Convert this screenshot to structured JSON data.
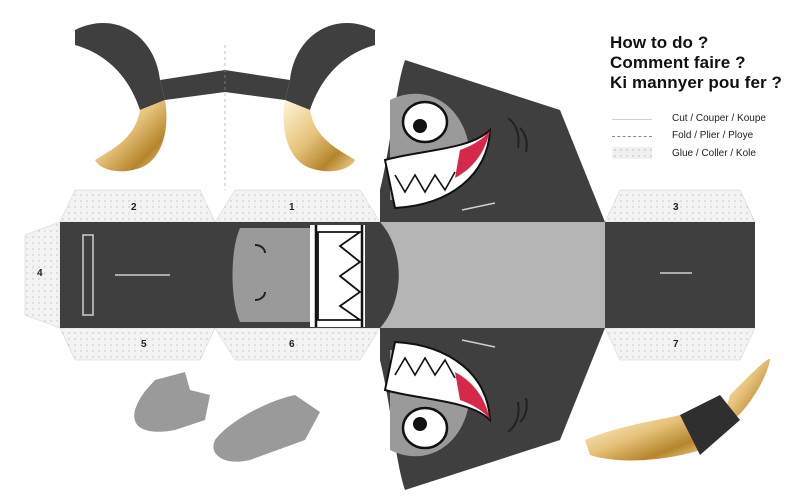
{
  "instructions": {
    "lines": [
      "How to do ?",
      "Comment faire ?",
      "Ki mannyer pou fer ?"
    ]
  },
  "legend": [
    {
      "label": "Cut / Couper / Koupe",
      "icon": "cut-line-icon"
    },
    {
      "label": "Fold / Plier / Ploye",
      "icon": "fold-line-icon"
    },
    {
      "label": "Glue / Coller / Kole",
      "icon": "glue-area-icon"
    }
  ],
  "panel_numbers": [
    "1",
    "2",
    "3",
    "4",
    "5",
    "6",
    "7"
  ],
  "colors": {
    "shark_dark": "#3f3f3f",
    "shark_mid": "#9a9a9a",
    "shark_light": "#b5b5b5",
    "glue_tab": "#f2f2f2",
    "gold": "#c8a04a",
    "gum_red": "#d6294a",
    "teeth_white": "#ffffff"
  }
}
